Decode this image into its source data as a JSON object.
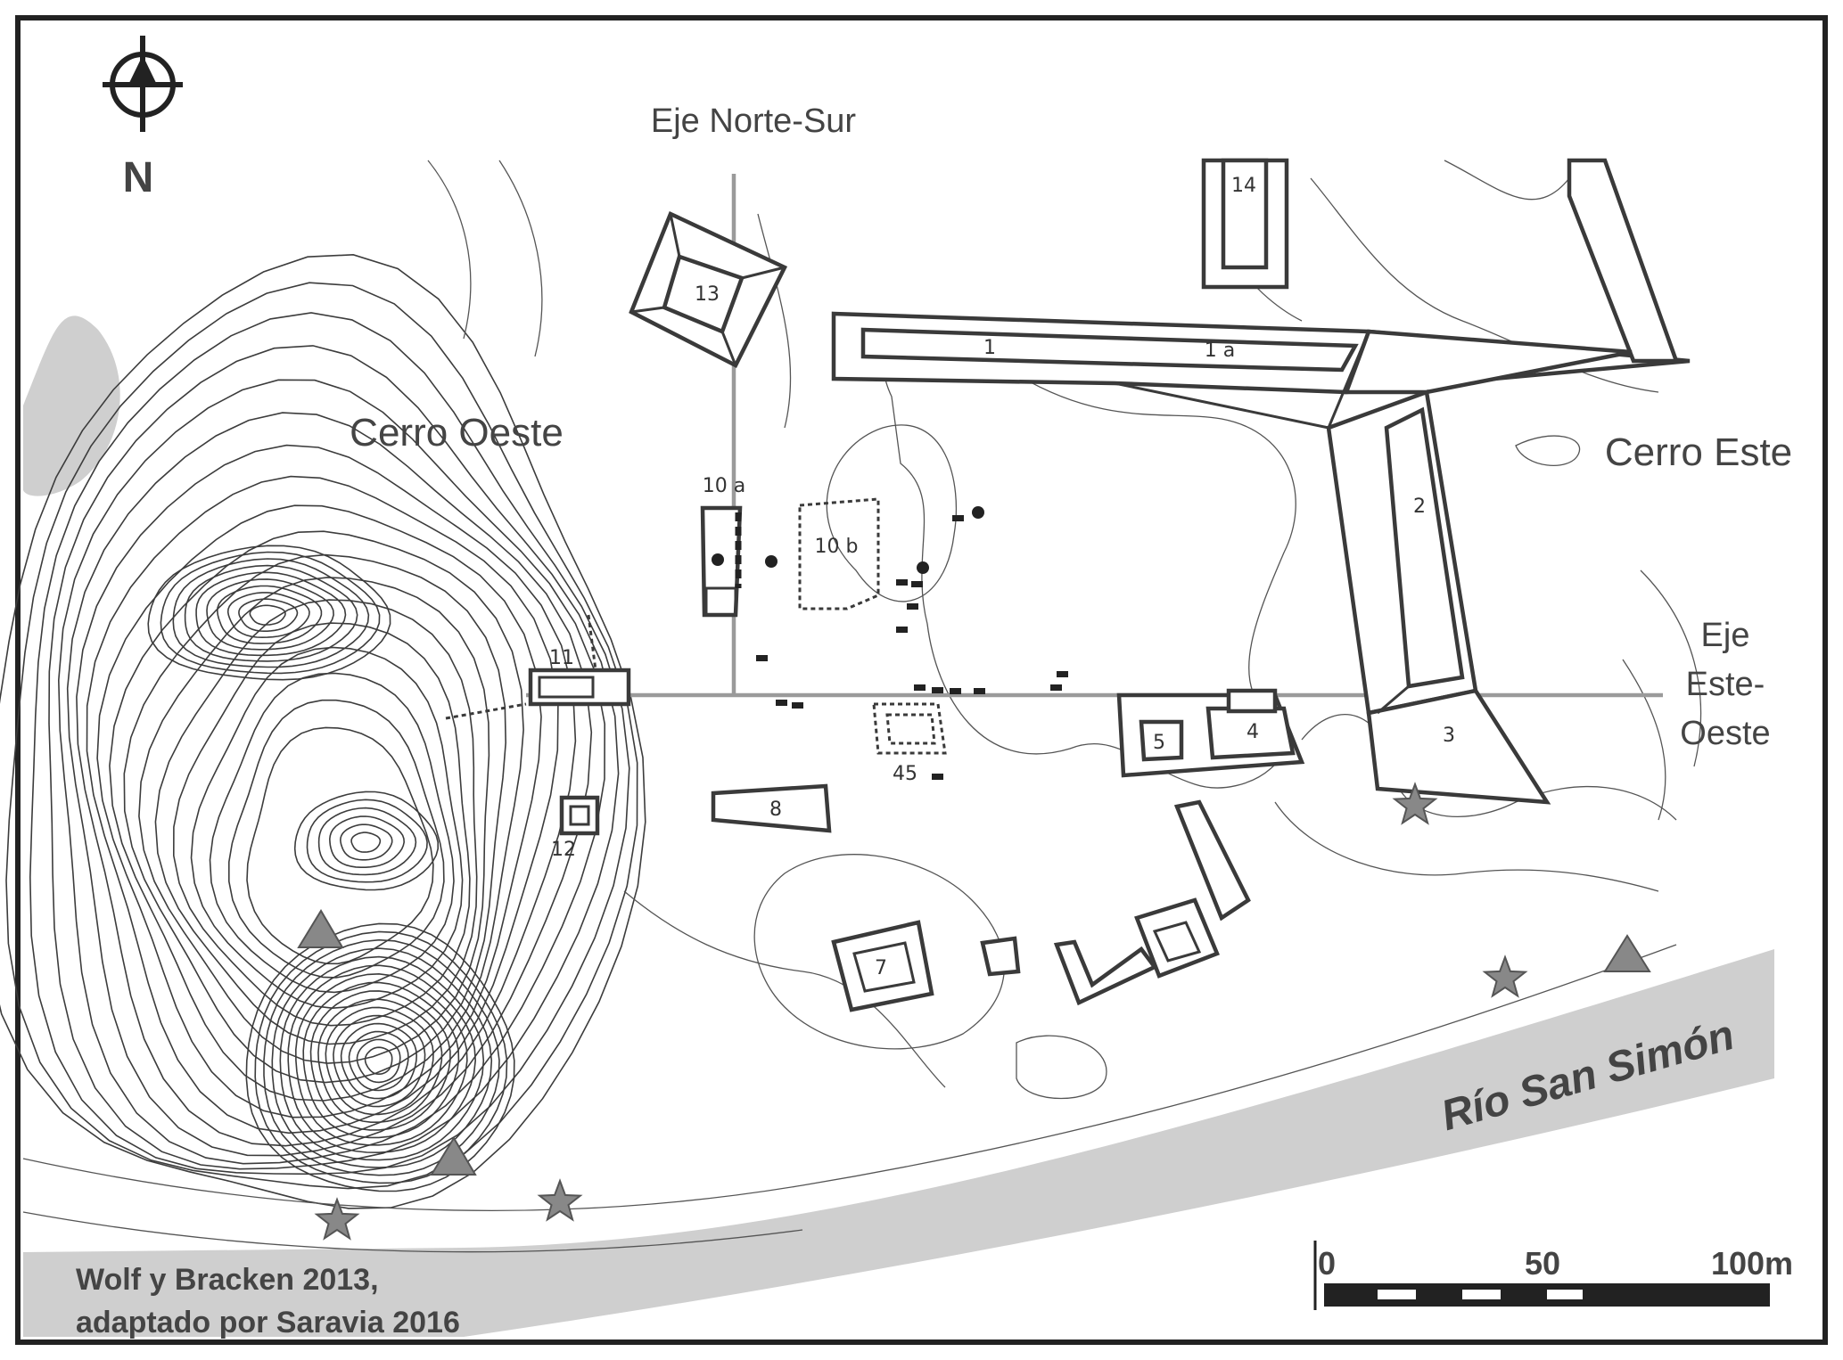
{
  "north_label": "N",
  "axes": {
    "north_south": "Eje Norte-Sur",
    "east_west": [
      "Eje",
      "Este-",
      "Oeste"
    ]
  },
  "hills": {
    "west": "Cerro Oeste",
    "east": "Cerro Este"
  },
  "river": "Río San Simón",
  "credit": [
    "Wolf y Bracken 2013,",
    "adaptado por Saravia 2016"
  ],
  "scale": [
    "0",
    "50",
    "100m"
  ],
  "structures": [
    "1",
    "1 a",
    "2",
    "3",
    "4",
    "5",
    "7",
    "8",
    "10 a",
    "10 b",
    "11",
    "12",
    "13",
    "14",
    "45"
  ],
  "colors": {
    "lines": "#3a3a3a",
    "axes": "#9a9a9a",
    "water": "#cfcfcf",
    "markers": "#888888"
  },
  "markers": {
    "stars": 4,
    "triangles": 3,
    "symbols": [
      "star",
      "triangle"
    ]
  }
}
